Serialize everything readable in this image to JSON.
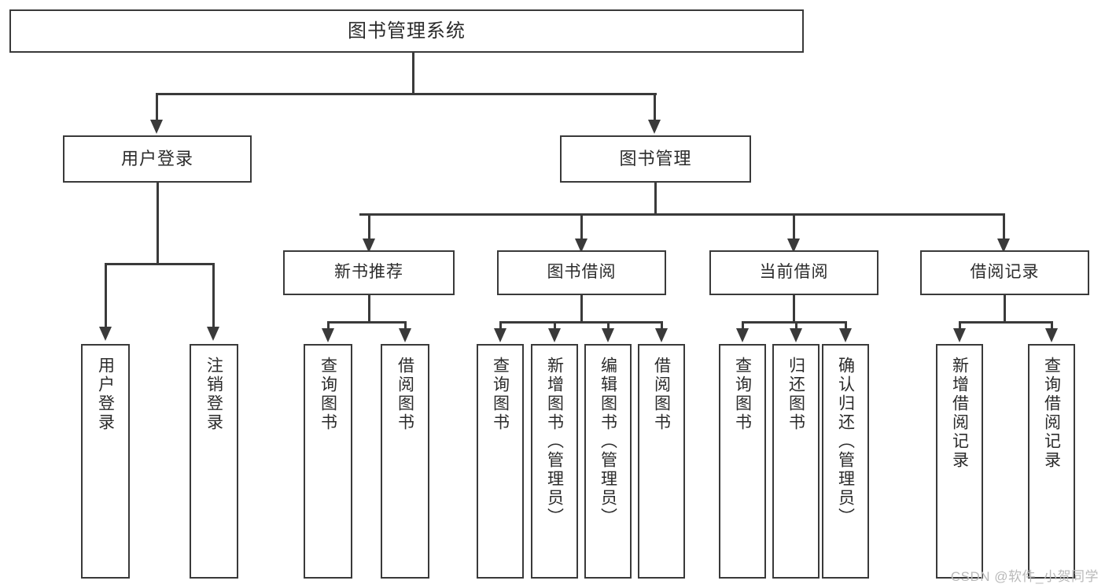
{
  "diagram": {
    "title": "图书管理系统",
    "type": "tree",
    "watermark": "CSDN @软件_小贺同学",
    "colors": {
      "stroke": "#3a3a3a",
      "fill": "#ffffff",
      "text": "#2b2b2b",
      "watermark": "#b9b9b9",
      "background": "#ffffff"
    },
    "root": {
      "label": "图书管理系统"
    },
    "level2": [
      {
        "id": "user-login",
        "label": "用户登录"
      },
      {
        "id": "book-management",
        "label": "图书管理"
      }
    ],
    "level3": [
      {
        "id": "new-book-recommend",
        "label": "新书推荐",
        "parent": "book-management"
      },
      {
        "id": "book-borrow",
        "label": "图书借阅",
        "parent": "book-management"
      },
      {
        "id": "current-borrow",
        "label": "当前借阅",
        "parent": "book-management"
      },
      {
        "id": "borrow-record",
        "label": "借阅记录",
        "parent": "book-management"
      }
    ],
    "leaves": {
      "user_login": [
        {
          "id": "leaf-user-login",
          "label": "用户登录"
        },
        {
          "id": "leaf-logout",
          "label": "注销登录"
        }
      ],
      "new_book_recommend": [
        {
          "id": "leaf-query-book-1",
          "label": "查询图书"
        },
        {
          "id": "leaf-borrow-book-1",
          "label": "借阅图书"
        }
      ],
      "book_borrow": [
        {
          "id": "leaf-query-book-2",
          "label": "查询图书"
        },
        {
          "id": "leaf-add-book",
          "label": "新增图书（管理员）"
        },
        {
          "id": "leaf-edit-book",
          "label": "编辑图书（管理员）"
        },
        {
          "id": "leaf-borrow-book-2",
          "label": "借阅图书"
        }
      ],
      "current_borrow": [
        {
          "id": "leaf-query-book-3",
          "label": "查询图书"
        },
        {
          "id": "leaf-return-book",
          "label": "归还图书"
        },
        {
          "id": "leaf-confirm-return",
          "label": "确认归还（管理员）"
        }
      ],
      "borrow_record": [
        {
          "id": "leaf-add-record",
          "label": "新增借阅记录"
        },
        {
          "id": "leaf-query-record",
          "label": "查询借阅记录"
        }
      ]
    }
  }
}
